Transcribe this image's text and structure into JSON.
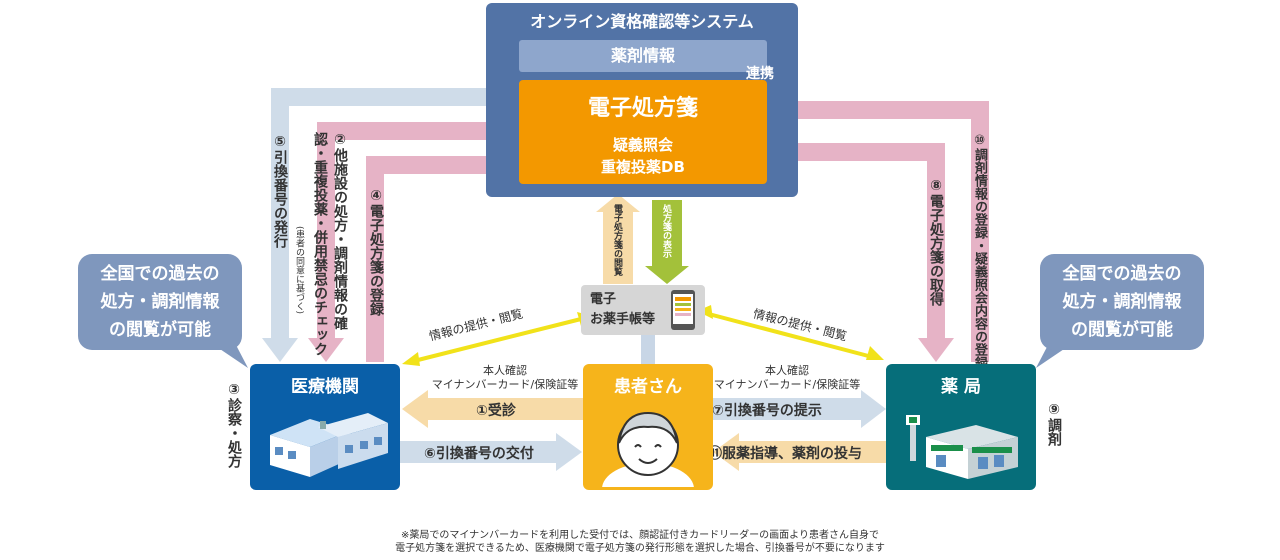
{
  "system": {
    "title": "オンライン資格確認等システム",
    "yakuzai": "薬剤情報",
    "renkei": "連携",
    "eps_title": "電子処方箋",
    "eps_sub1": "疑義照会",
    "eps_sub2": "重複投薬DB"
  },
  "callouts": {
    "left_lines": [
      "全国での過去の",
      "処方・調剤情報",
      "の閲覧が可能"
    ],
    "right_lines": [
      "全国での過去の",
      "処方・調剤情報",
      "の閲覧が可能"
    ]
  },
  "nodes": {
    "hospital": "医療機関",
    "pharmacy": "薬 局",
    "patient": "患者さん",
    "notebook_line1": "電子",
    "notebook_line2": "お薬手帳等"
  },
  "steps": {
    "s1": "①受診",
    "s2_main": "②他施設の処方・調剤情報の確認・重複投薬・併用禁忌のチェック",
    "s2_note": "(患者の同意に基づく)",
    "s3": "③診察・処方",
    "s4": "④電子処方箋の登録",
    "s5": "⑤引換番号の発行",
    "s6": "⑥引換番号の交付",
    "s7": "⑦引換番号の提示",
    "s8": "⑧電子処方箋の取得",
    "s9": "⑨調剤",
    "s10": "⑩調剤情報の登録・疑義照会内容の登録",
    "s11": "⑪服薬指導、薬剤の投与"
  },
  "labels": {
    "info_left": "情報の提供・閲覧",
    "info_right": "情報の提供・閲覧",
    "id_left1": "本人確認",
    "id_left2": "マイナンバーカード/保険証等",
    "id_right1": "本人確認",
    "id_right2": "マイナンバーカード/保険証等",
    "eps_view": "電子処方箋の閲覧",
    "eps_display": "処方箋の表示"
  },
  "note": {
    "line1": "※薬局でのマイナンバーカードを利用した受付では、顔認証付きカードリーダーの画面より患者さん自身で",
    "line2": "電子処方箋を選択できるため、医療機関で電子処方箋の発行形態を選択した場合、引換番号が不要になります"
  },
  "colors": {
    "system": "#5273a6",
    "eps": "#f39800",
    "hospital": "#0a5fa8",
    "pharmacy": "#066e7a",
    "patient": "#f6b41b",
    "callout": "#7f97bd",
    "arrow_blue": "#cfdce9",
    "arrow_pink": "#e6b3c6",
    "arrow_yellow": "#f1e21a",
    "arrow_peach": "#f7dba8",
    "arrow_green": "#a3c13a"
  }
}
